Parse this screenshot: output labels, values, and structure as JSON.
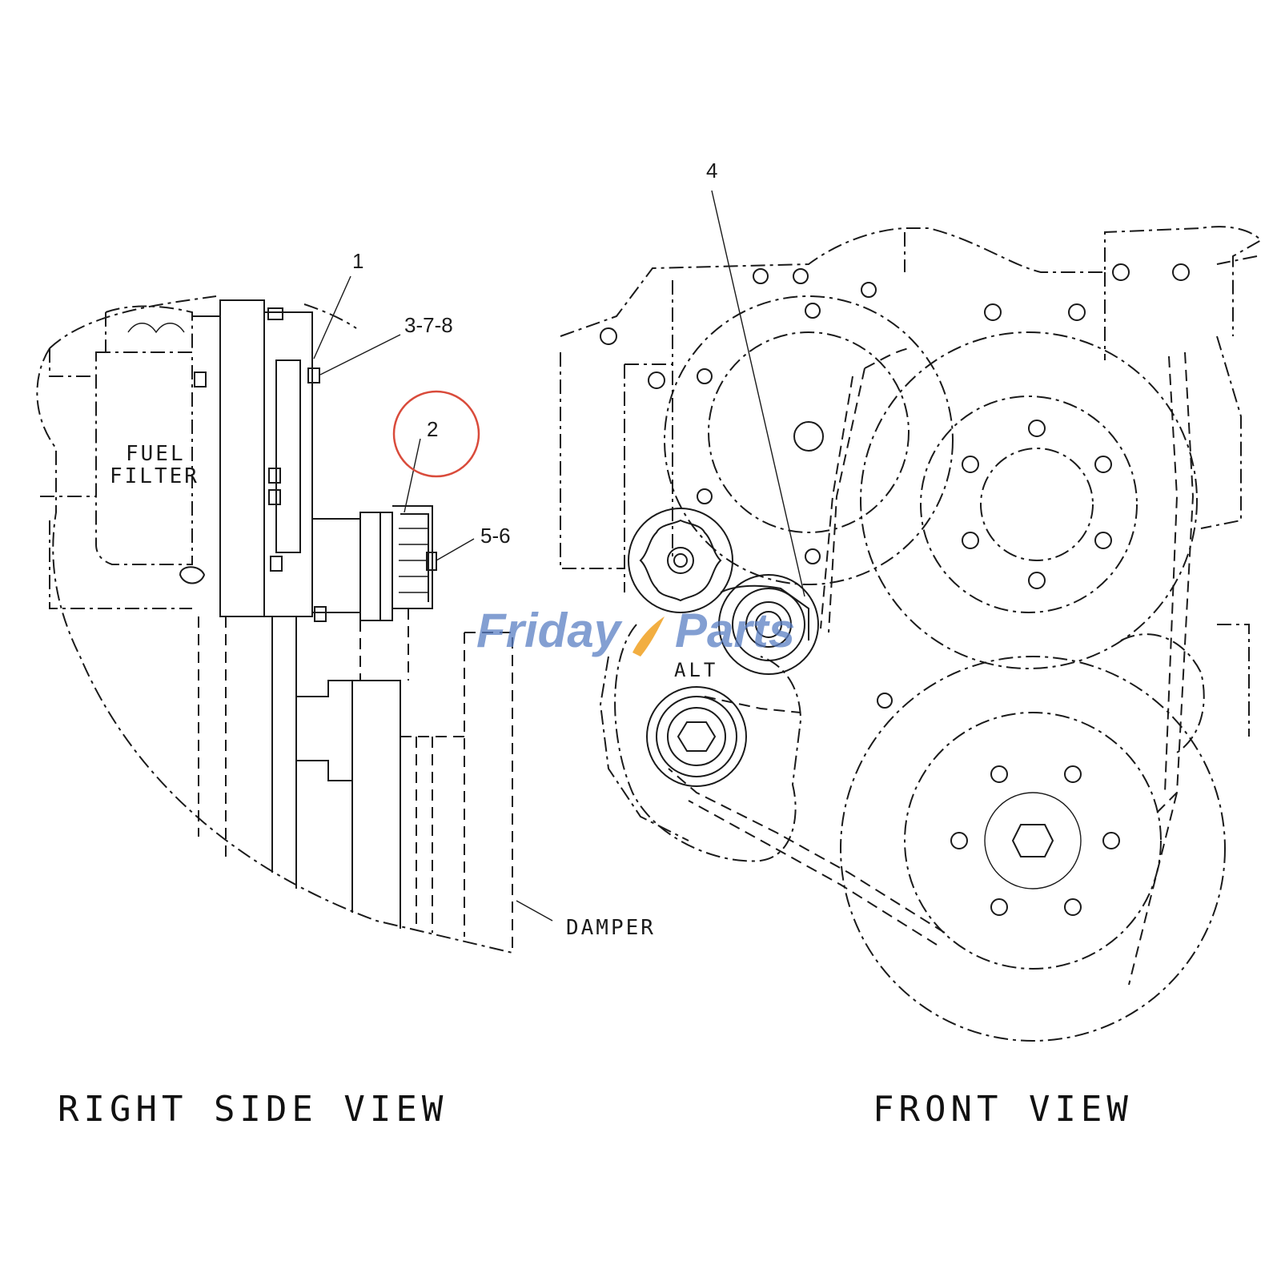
{
  "diagram": {
    "callouts": {
      "c1": "1",
      "c378": "3-7-8",
      "c2": "2",
      "c56": "5-6",
      "c4": "4"
    },
    "components": {
      "fuel_filter_line1": "FUEL",
      "fuel_filter_line2": "FILTER",
      "damper": "DAMPER",
      "alternator": "ALT"
    },
    "views": {
      "right_side": "RIGHT SIDE VIEW",
      "front": "FRONT VIEW"
    },
    "highlight_color": "#d94b3b",
    "line_color": "#1a1a1a"
  },
  "watermark": {
    "part1": "Friday",
    "part2": "Parts",
    "color": "#5a7fc4",
    "accent_color": "#f0a020"
  }
}
